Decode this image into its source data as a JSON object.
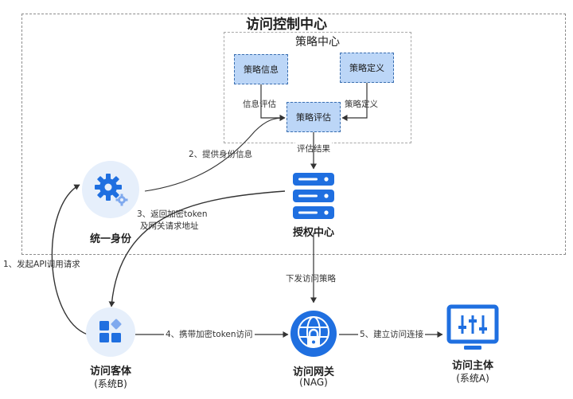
{
  "access_control": {
    "title": "访问控制中心"
  },
  "policy_center": {
    "title": "策略中心",
    "info_box": "策略信息",
    "define_box": "策略定义",
    "eval_box": "策略评估",
    "info_eval_label": "信息评估",
    "define_label": "策略定义",
    "result_label": "评估结果"
  },
  "nodes": {
    "identity": {
      "label": "统一身份"
    },
    "auth_center": {
      "label": "授权中心"
    },
    "client": {
      "label": "访问客体",
      "sub": "(系统B)"
    },
    "gateway": {
      "label": "访问网关",
      "sub": "(NAG)"
    },
    "subject": {
      "label": "访问主体",
      "sub": "(系统A)"
    }
  },
  "edges": {
    "step1": "1、发起API调用请求",
    "step2": "2、提供身份信息",
    "step3_line1": "3、返回加密token",
    "step3_line2": "及网关请求地址",
    "step4": "4、携带加密token访问",
    "step5": "5、建立访问连接",
    "dispatch": "下发访问策略"
  },
  "colors": {
    "accent": "#1f6fe0",
    "light_circle": "#e6effb",
    "policy_fill": "#bcd6f7",
    "line": "#333333"
  }
}
